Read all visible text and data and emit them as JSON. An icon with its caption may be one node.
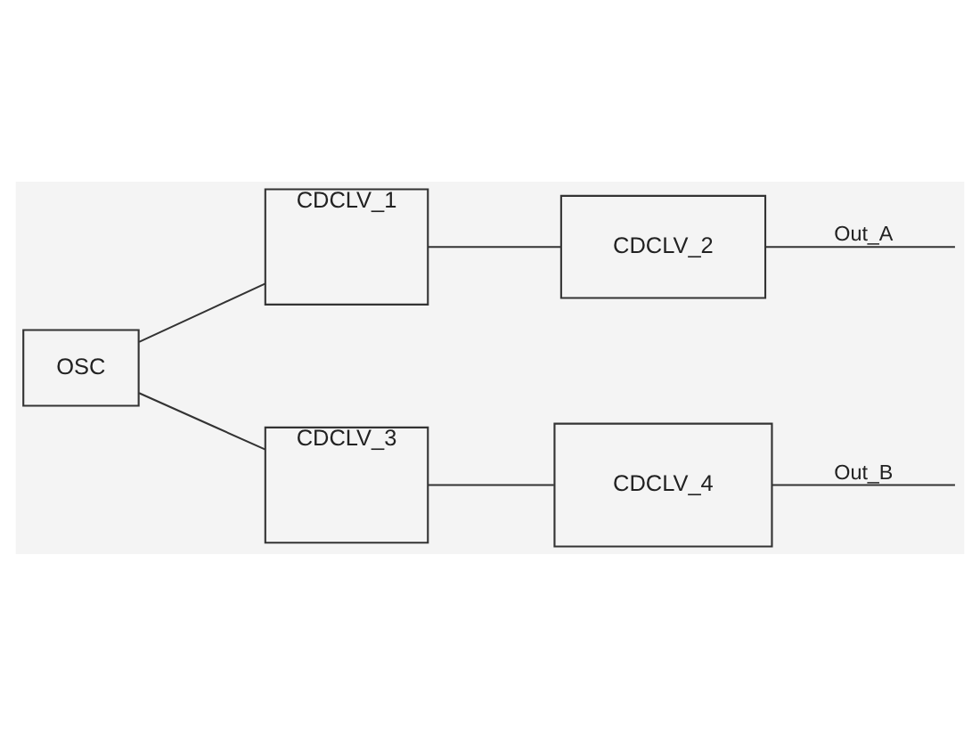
{
  "diagram": {
    "nodes": [
      {
        "text": [
          "OSC"
        ]
      },
      {
        "text": [
          "CDCLV_1"
        ]
      },
      {
        "text": [
          "CDCLV_2"
        ]
      },
      {
        "text": [
          "CDCLV_3"
        ]
      },
      {
        "text": [
          "CDCLV_4"
        ]
      }
    ],
    "edges": [
      {
        "from": 0,
        "to": 1,
        "arrow": "none"
      },
      {
        "from": 1,
        "to": 2,
        "arrow": "none"
      },
      {
        "from": 2,
        "to": null,
        "arrow": "none",
        "label": "Out_A"
      },
      {
        "from": 0,
        "to": 3,
        "arrow": "none"
      },
      {
        "from": 3,
        "to": 4,
        "arrow": "none"
      },
      {
        "from": 4,
        "to": null,
        "arrow": "none",
        "label": "Out_B"
      }
    ]
  }
}
